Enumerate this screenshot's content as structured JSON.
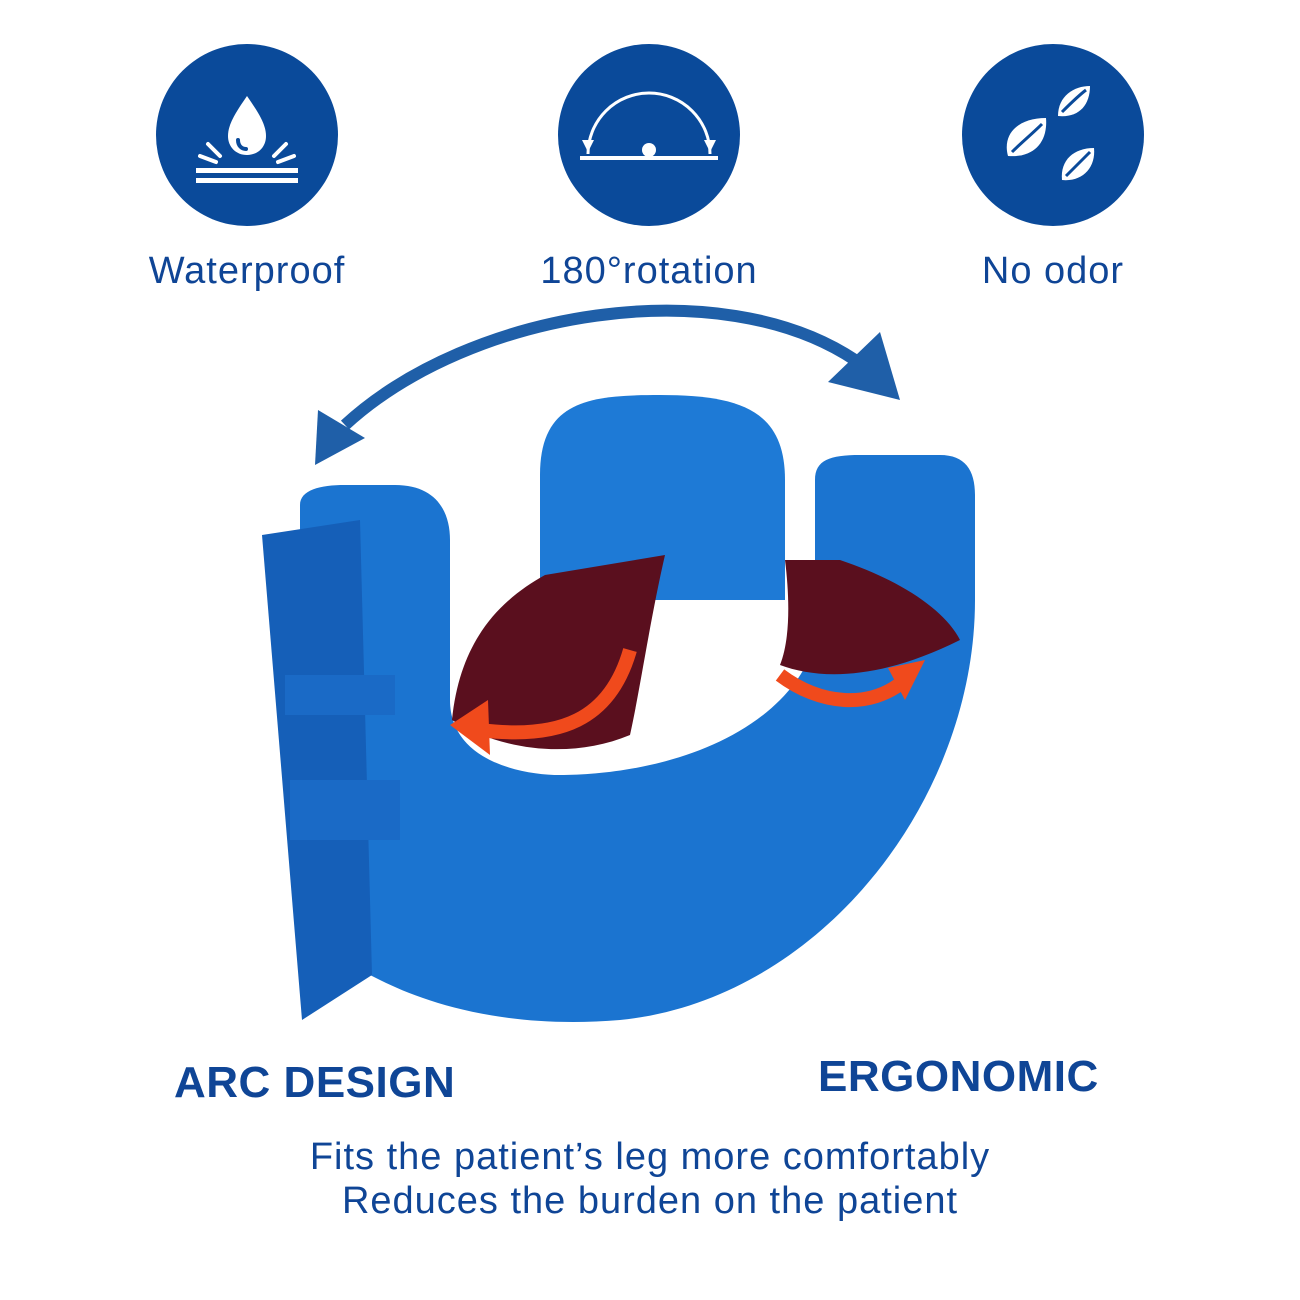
{
  "features": [
    {
      "label": "Waterproof",
      "icon": "water-drop-icon"
    },
    {
      "label": "180°rotation",
      "icon": "rotation-arc-icon"
    },
    {
      "label": "No odor",
      "icon": "leaves-icon"
    }
  ],
  "headings": {
    "arc_design": "ARC DESIGN",
    "ergonomic": "ERGONOMIC"
  },
  "description": {
    "line1": "Fits the patient’s leg more comfortably",
    "line2": "Reduces the burden on the patient"
  },
  "colors": {
    "brand_blue": "#0a4a9a",
    "text_blue": "#0f4596",
    "product_blue": "#1b74d0",
    "mesh_red": "#5a0f1e",
    "arrow_orange": "#f04a1c",
    "rotation_arrow": "#1f5fa8"
  }
}
